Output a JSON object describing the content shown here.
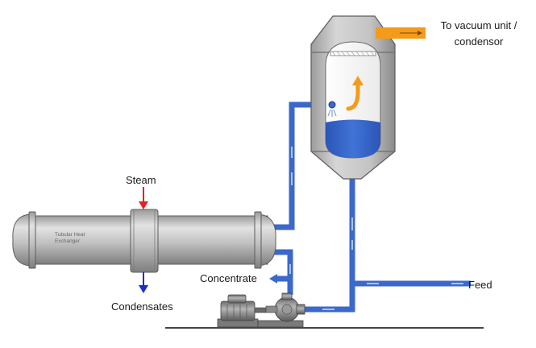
{
  "labels": {
    "vacuum": "To vacuum unit / condensor",
    "steam": "Steam",
    "condensates": "Condensates",
    "concentrate": "Concentrate",
    "feed": "Feed",
    "heat_exchanger": "Tubular Heat Exchanger"
  },
  "colors": {
    "pipe": "#3b68c9",
    "liquid": "#3563c8",
    "vapor": "#f49b1a",
    "steam": "#e62020",
    "condensate": "#1a2bd6",
    "body": "#b8b8b8",
    "body_dark": "#8c8c8c",
    "ground": "#444444"
  },
  "icons": {
    "heat_exchanger": "shell-and-tube-heat-exchanger-icon",
    "separator": "flash-vessel-icon",
    "pump": "centrifugal-pump-icon",
    "motor": "electric-motor-icon"
  }
}
